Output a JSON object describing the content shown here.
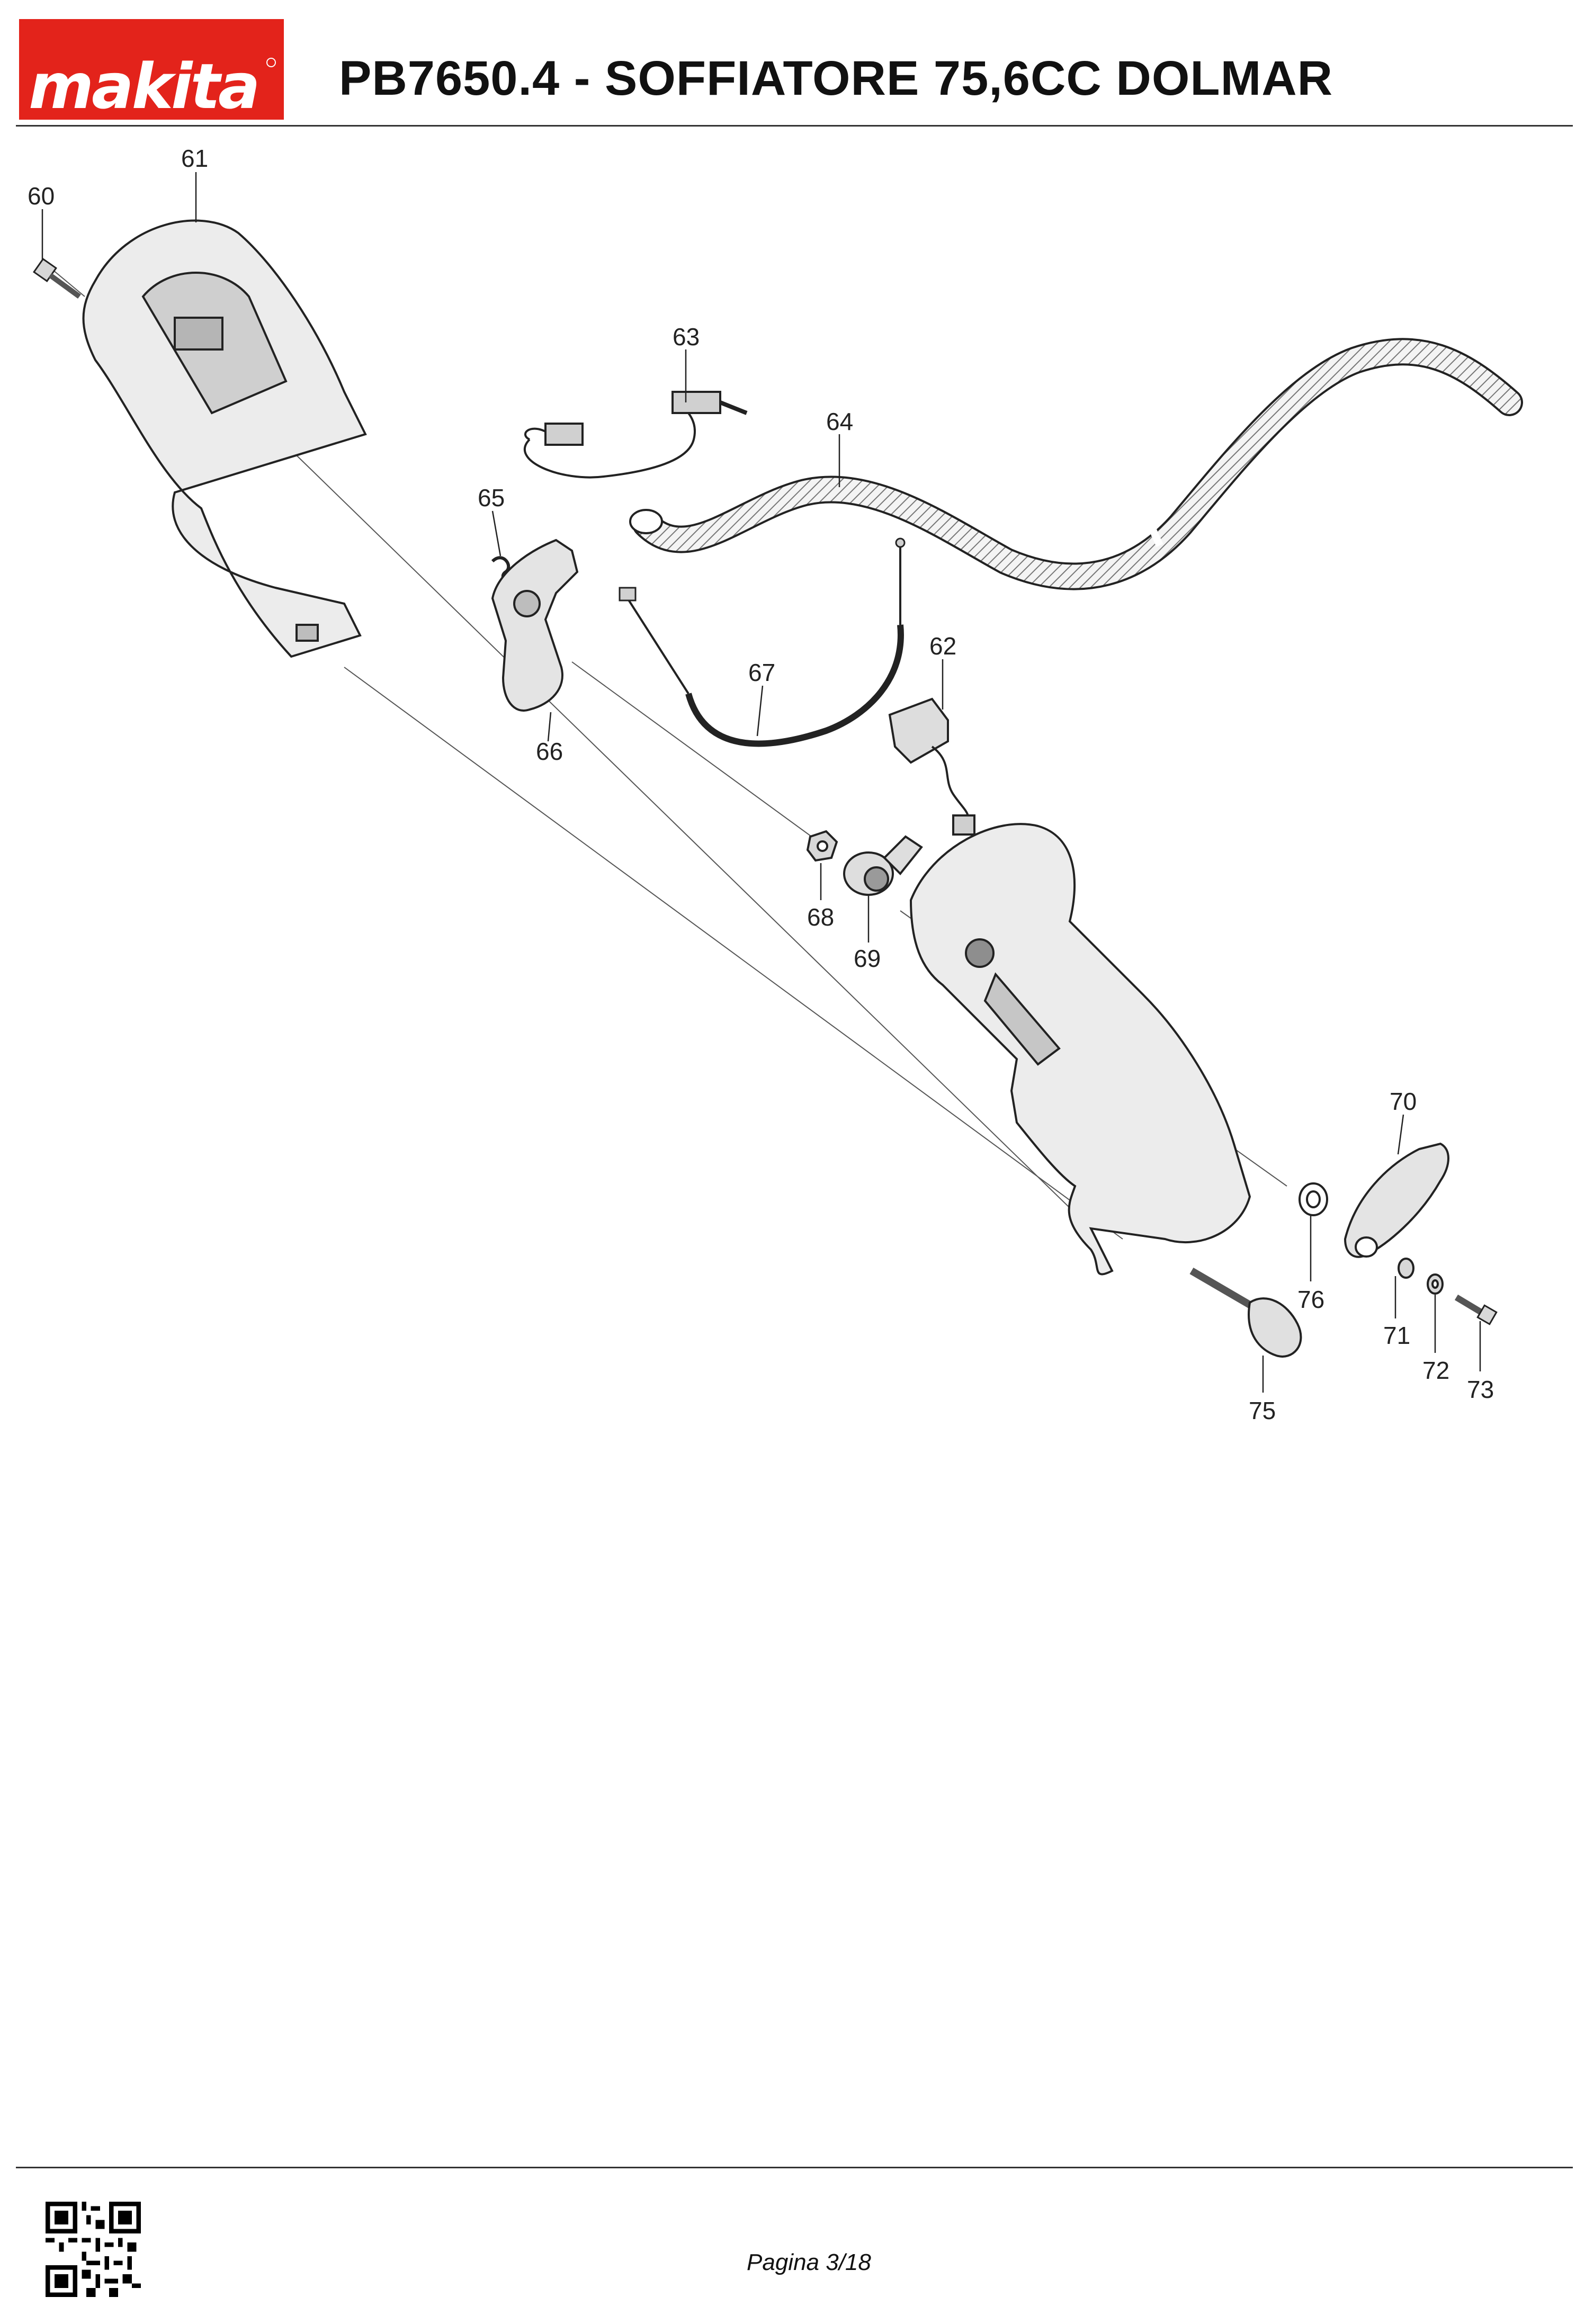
{
  "header": {
    "brand": "makita",
    "title": "PB7650.4 - SOFFIATORE 75,6CC DOLMAR"
  },
  "brand_color": "#e3231b",
  "diagram": {
    "callouts": [
      "60",
      "61",
      "62",
      "63",
      "64",
      "65",
      "66",
      "67",
      "68",
      "69",
      "70",
      "71",
      "72",
      "73",
      "75",
      "76"
    ]
  },
  "footer": {
    "qr": "qr-code",
    "page": "Pagina 3/18"
  }
}
